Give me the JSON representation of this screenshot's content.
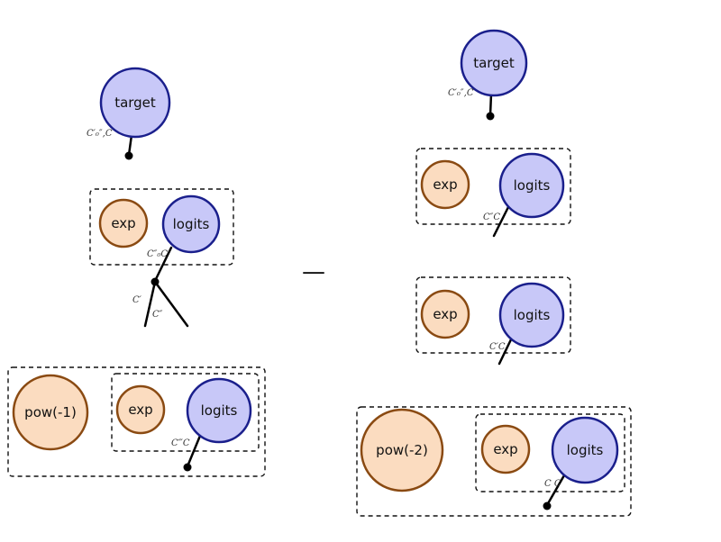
{
  "labels": {
    "target": "target",
    "exp": "exp",
    "logits": "logits",
    "pow_neg1": "pow(-1)",
    "pow_neg2": "pow(-2)",
    "minus": "—"
  },
  "indices": {
    "left_target": "C′₀″,C",
    "left_logits": "C″₀C",
    "left_branch_a": "C′",
    "left_branch_b": "C″",
    "left_pow_logits": "C‴C",
    "right_target": "C′₀″,C",
    "right_box1_logits": "C″C",
    "right_box2_logits": "C′C",
    "right_pow_logits": "C C"
  },
  "colors": {
    "blue_fill": "#c8c8f8",
    "blue_stroke": "#1a1f8c",
    "orange_fill": "#fbdcc0",
    "orange_stroke": "#8a4a12"
  }
}
